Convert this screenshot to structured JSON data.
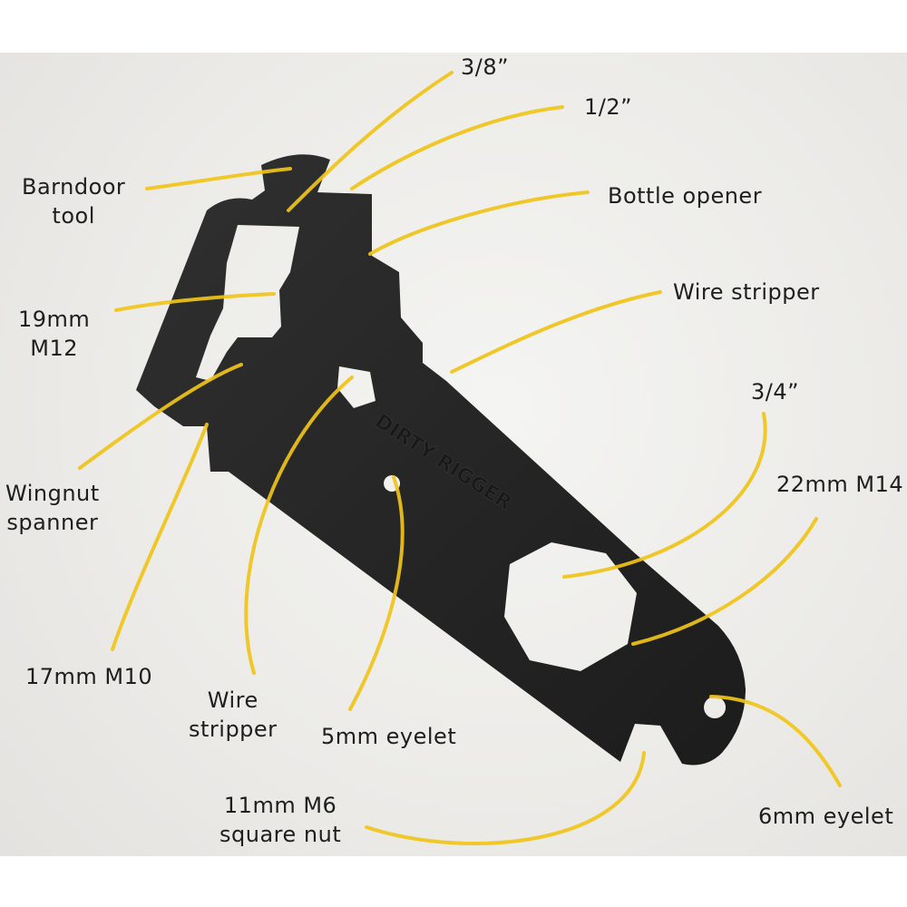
{
  "image": {
    "background_color": "#ecebe8",
    "tool_color": "#252525",
    "line_color": "#f0c419",
    "logo_text": "DIRTY RIGGER"
  },
  "labels": {
    "three_eighths": "3/8”",
    "one_half": "1/2”",
    "barndoor": [
      "Barndoor",
      "tool"
    ],
    "bottle_opener": "Bottle opener",
    "m12": [
      "19mm",
      "M12"
    ],
    "wire_stripper_right": "Wire stripper",
    "three_quarter": "3/4”",
    "m14": "22mm M14",
    "wingnut": [
      "Wingnut",
      "spanner"
    ],
    "m10": "17mm M10",
    "wire_stripper_bottom": [
      "Wire",
      "stripper"
    ],
    "eyelet_5mm": "5mm eyelet",
    "square_nut": [
      "11mm M6",
      "square nut"
    ],
    "eyelet_6mm": "6mm eyelet"
  }
}
